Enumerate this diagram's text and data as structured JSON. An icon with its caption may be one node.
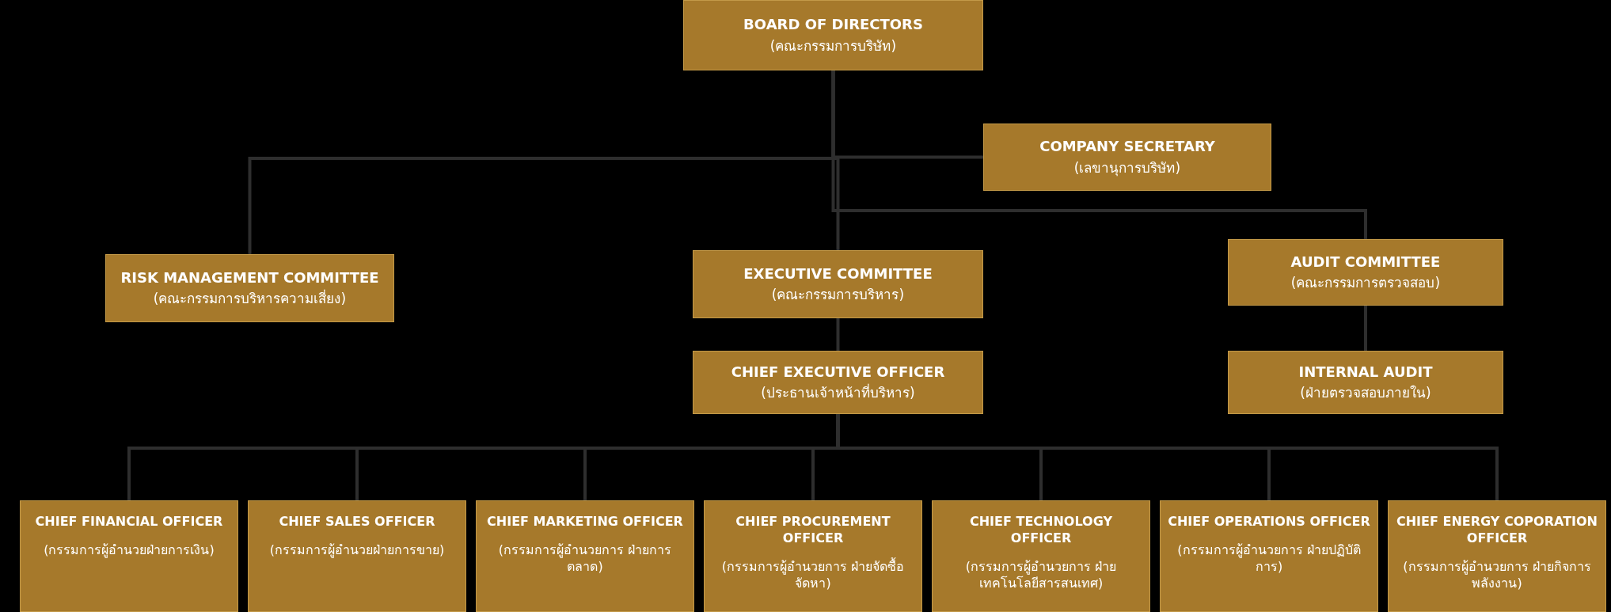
{
  "diagram": {
    "nodes": [
      {
        "text": [
          "BOARD OF DIRECTORS",
          "(คณะกรรมการบริษัท)"
        ]
      },
      {
        "text": [
          "COMPANY SECRETARY",
          "(เลขานุการบริษัท)"
        ]
      },
      {
        "text": [
          "RISK MANAGEMENT COMMITTEE",
          "(คณะกรรมการบริหารความเสี่ยง)"
        ]
      },
      {
        "text": [
          "EXECUTIVE COMMITTEE",
          "(คณะกรรมการบริหาร)"
        ]
      },
      {
        "text": [
          "AUDIT COMMITTEE",
          "(คณะกรรมการตรวจสอบ)"
        ]
      },
      {
        "text": [
          "CHIEF EXECUTIVE OFFICER",
          "(ประธานเจ้าหน้าที่บริหาร)"
        ]
      },
      {
        "text": [
          "INTERNAL AUDIT",
          "(ฝ่ายตรวจสอบภายใน)"
        ]
      },
      {
        "text": [
          "CHIEF FINANCIAL OFFICER",
          "(กรรมการผู้อำนวยฝ่ายการเงิน)"
        ]
      },
      {
        "text": [
          "CHIEF SALES OFFICER",
          "(กรรมการผู้อำนวยฝ่ายการขาย)"
        ]
      },
      {
        "text": [
          "CHIEF MARKETING OFFICER",
          "(กรรมการผู้อำนวยการ ฝ่ายการตลาด)"
        ]
      },
      {
        "text": [
          "CHIEF PROCUREMENT OFFICER",
          "(กรรมการผู้อำนวยการ ฝ่ายจัดซื้อจัดหา)"
        ]
      },
      {
        "text": [
          "CHIEF TECHNOLOGY OFFICER",
          "(กรรมการผู้อำนวยการ ฝ่ายเทคโนโลยีสารสนเทศ)"
        ]
      },
      {
        "text": [
          "CHIEF OPERATIONS OFFICER",
          "(กรรมการผู้อำนวยการ ฝ่ายปฏิบัติการ)"
        ]
      },
      {
        "text": [
          "CHIEF ENERGY COPORATION OFFICER",
          "(กรรมการผู้อำนวยการ ฝ่ายกิจการพลังงาน)"
        ]
      }
    ],
    "edges": [
      {
        "from": 0,
        "to": 1,
        "arrow": "none"
      },
      {
        "from": 0,
        "to": 2,
        "arrow": "none"
      },
      {
        "from": 0,
        "to": 3,
        "arrow": "none"
      },
      {
        "from": 0,
        "to": 4,
        "arrow": "none"
      },
      {
        "from": 3,
        "to": 5,
        "arrow": "none"
      },
      {
        "from": 4,
        "to": 6,
        "arrow": "none"
      },
      {
        "from": 5,
        "to": 7,
        "arrow": "none"
      },
      {
        "from": 5,
        "to": 8,
        "arrow": "none"
      },
      {
        "from": 5,
        "to": 9,
        "arrow": "none"
      },
      {
        "from": 5,
        "to": 10,
        "arrow": "none"
      },
      {
        "from": 5,
        "to": 11,
        "arrow": "none"
      },
      {
        "from": 5,
        "to": 12,
        "arrow": "none"
      },
      {
        "from": 5,
        "to": 13,
        "arrow": "none"
      }
    ]
  }
}
